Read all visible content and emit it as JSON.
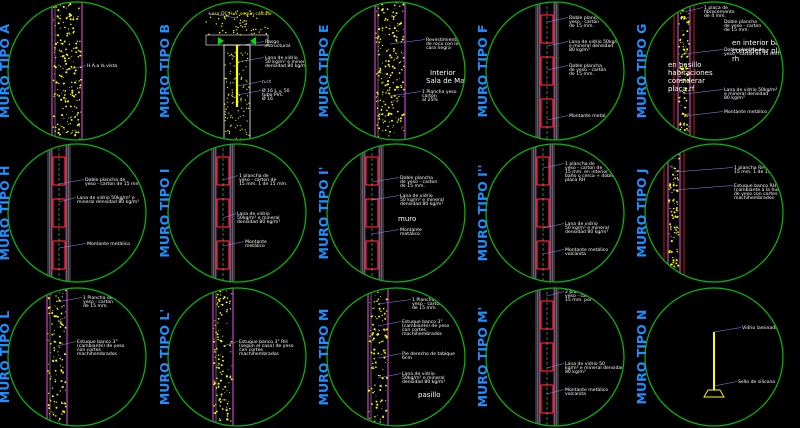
{
  "colors": {
    "background": "#000000",
    "circle": "#00c000",
    "title": "#1e90ff",
    "stud_red": "#ff2020",
    "wall_magenta": "#d040d0",
    "fill_yellow": "#ffff00",
    "annotation": "#ffffff",
    "leader": "#9090ff"
  },
  "details": [
    {
      "id": "a",
      "title": "MURO TIPO A",
      "kind": "concrete",
      "notes": [
        {
          "text": "H.A.a la vista"
        }
      ]
    },
    {
      "id": "b",
      "title": "MURO TIPO B",
      "kind": "panel",
      "notes": [
        {
          "text": "Losa DC H.A. según cálculo",
          "style": "y"
        },
        {
          "text": "Rasgo"
        },
        {
          "text": "estructural."
        },
        {
          "text": "Lana de vidrio"
        },
        {
          "text": "50 kg/m³ e mineral"
        },
        {
          "text": "densidad 80 kg/m³"
        },
        {
          "text": "n.r.t"
        },
        {
          "text": "Ø 16 L = 50"
        },
        {
          "text": "tubo PVC"
        },
        {
          "text": "Ø 16"
        }
      ]
    },
    {
      "id": "e",
      "title": "MURO TIPO E",
      "kind": "concrete",
      "notes": [
        {
          "text": "Revestimiento"
        },
        {
          "text": "de roca con lo"
        },
        {
          "text": "cara negra"
        },
        {
          "text": "Interior",
          "style": "lg"
        },
        {
          "text": "Sala de Maq.",
          "style": "lg"
        },
        {
          "text": "1 Plancha yeso"
        },
        {
          "text": "cartón"
        },
        {
          "text": "al 25%"
        }
      ]
    },
    {
      "id": "f",
      "title": "MURO TIPO F",
      "kind": "stud",
      "notes": [
        {
          "text": "Doble plancha de"
        },
        {
          "text": "yeso - cartón"
        },
        {
          "text": "de 15 mm."
        },
        {
          "text": "Lana de vidrio 50kg/m³"
        },
        {
          "text": "e mineral densidad"
        },
        {
          "text": "80 kg/m³"
        },
        {
          "text": "Doble plancha"
        },
        {
          "text": "de yeso - cartón"
        },
        {
          "text": "de 15 mm."
        },
        {
          "text": "Montante metal."
        }
      ]
    },
    {
      "id": "g",
      "title": "MURO TIPO G",
      "kind": "panel_yellow",
      "notes": [
        {
          "text": "1 placa de"
        },
        {
          "text": "fibrocemento"
        },
        {
          "text": "de 4 mm."
        },
        {
          "text": "Doble plancha"
        },
        {
          "text": "de yeso - carton"
        },
        {
          "text": "de 15 mm."
        },
        {
          "text": "en pasillo",
          "style": "lg"
        },
        {
          "text": "habitaciones",
          "style": "lg"
        },
        {
          "text": "considerar",
          "style": "lg"
        },
        {
          "text": "placa rf",
          "style": "lg"
        },
        {
          "text": "Doble plancha de"
        },
        {
          "text": "yeso - carton de 15 mm."
        },
        {
          "text": "en interior baño",
          "style": "lg"
        },
        {
          "text": "considerar placa",
          "style": "lg"
        },
        {
          "text": "rh",
          "style": "lg"
        },
        {
          "text": "Lana de vidrio 50kg/m³"
        },
        {
          "text": "e mineral densidad"
        },
        {
          "text": "80 kg/m³"
        },
        {
          "text": "Montante metálico"
        }
      ]
    },
    {
      "id": "h",
      "title": "MURO TIPO H",
      "kind": "stud",
      "notes": [
        {
          "text": "Doble plancha de"
        },
        {
          "text": "yeso - carton de 15 mm."
        },
        {
          "text": "Lana de vidrio 50kg/m³ e"
        },
        {
          "text": "mineral densidad 80 kg/m³"
        },
        {
          "text": "Montante metálico"
        }
      ]
    },
    {
      "id": "i",
      "title": "MURO TIPO I",
      "kind": "stud",
      "notes": [
        {
          "text": "1 plancha de"
        },
        {
          "text": "yeso - carton de"
        },
        {
          "text": "15 mm. 1 de 15 mm."
        },
        {
          "text": "Lana de vidrio"
        },
        {
          "text": "50kg/m³ e mineral"
        },
        {
          "text": "densidad 80 kg/m³"
        },
        {
          "text": "Montante"
        },
        {
          "text": "metálico"
        }
      ]
    },
    {
      "id": "i2",
      "title": "MURO TIPO I'",
      "kind": "stud",
      "notes": [
        {
          "text": "Doble plancha"
        },
        {
          "text": "de yeso - carton"
        },
        {
          "text": "de 15 mm."
        },
        {
          "text": "Lana de vidrio"
        },
        {
          "text": "50 kg/m³ e mineral"
        },
        {
          "text": "densidad 80 kg/m³"
        },
        {
          "text": "muro",
          "style": "lg"
        },
        {
          "text": "Montante"
        },
        {
          "text": "metálico"
        }
      ]
    },
    {
      "id": "i3",
      "title": "MURO TIPO I''",
      "kind": "stud",
      "notes": [
        {
          "text": "1 plancha de"
        },
        {
          "text": "yeso - carton de"
        },
        {
          "text": "15 mm. en interior de"
        },
        {
          "text": "baño o cerca + doble"
        },
        {
          "text": "placa RH"
        },
        {
          "text": "Lana de vidrio"
        },
        {
          "text": "50 kg/m³ e mineral"
        },
        {
          "text": "densidad 80 kg/m³"
        },
        {
          "text": "Montante metálico"
        },
        {
          "text": "volcanita"
        }
      ]
    },
    {
      "id": "j",
      "title": "MURO TIPO J",
      "kind": "stud_yellow",
      "notes": [
        {
          "text": "1 plancha RH de"
        },
        {
          "text": "15 mm. 1 de 15 mm."
        },
        {
          "text": "Estuque banco RH"
        },
        {
          "text": "(cambiante a la humedad)"
        },
        {
          "text": "de yeso con cortes"
        },
        {
          "text": "machihembrados"
        }
      ]
    },
    {
      "id": "l",
      "title": "MURO TIPO L",
      "kind": "concrete_thin",
      "notes": [
        {
          "text": "1 Plancha de"
        },
        {
          "text": "yeso - carton"
        },
        {
          "text": "de 15 mm."
        },
        {
          "text": "Estuque banco 3\""
        },
        {
          "text": "(cambiante) de yeso"
        },
        {
          "text": "con cortes"
        },
        {
          "text": "machihembrados"
        }
      ]
    },
    {
      "id": "l2",
      "title": "MURO TIPO L'",
      "kind": "concrete_thin",
      "notes": [
        {
          "text": "Estuque banco 3\" RH"
        },
        {
          "text": "(según el caso) de yeso"
        },
        {
          "text": "con cortes"
        },
        {
          "text": "machihembrados"
        }
      ]
    },
    {
      "id": "m",
      "title": "MURO TIPO M",
      "kind": "concrete_thin",
      "notes": [
        {
          "text": "1 Plancha de"
        },
        {
          "text": "yeso - carton"
        },
        {
          "text": "de 15 mm."
        },
        {
          "text": "Estuque banco 3\""
        },
        {
          "text": "(cambiante) de yeso"
        },
        {
          "text": "con cortes"
        },
        {
          "text": "machihembrados"
        },
        {
          "text": "Pie derecho de tabique"
        },
        {
          "text": "6cm"
        },
        {
          "text": "Lana de vidrio"
        },
        {
          "text": "50kg/m³ e mineral"
        },
        {
          "text": "densidad 80 kg/m³"
        },
        {
          "text": "pasillo",
          "style": "lg"
        }
      ]
    },
    {
      "id": "m2",
      "title": "MURO TIPO M'",
      "kind": "stud",
      "notes": [
        {
          "text": "2 planchas de"
        },
        {
          "text": "yeso - carton de"
        },
        {
          "text": "15 mm. por cara"
        },
        {
          "text": "Lana de vidrio 50"
        },
        {
          "text": "kg/m³ e mineral densidad"
        },
        {
          "text": "80 kg/m³"
        },
        {
          "text": "Montante metálico"
        },
        {
          "text": "volcanita"
        }
      ]
    },
    {
      "id": "n",
      "title": "MURO TIPO N",
      "kind": "post",
      "notes": [
        {
          "text": "Vidrio laminado"
        },
        {
          "text": "Sello de silicona"
        }
      ]
    }
  ]
}
